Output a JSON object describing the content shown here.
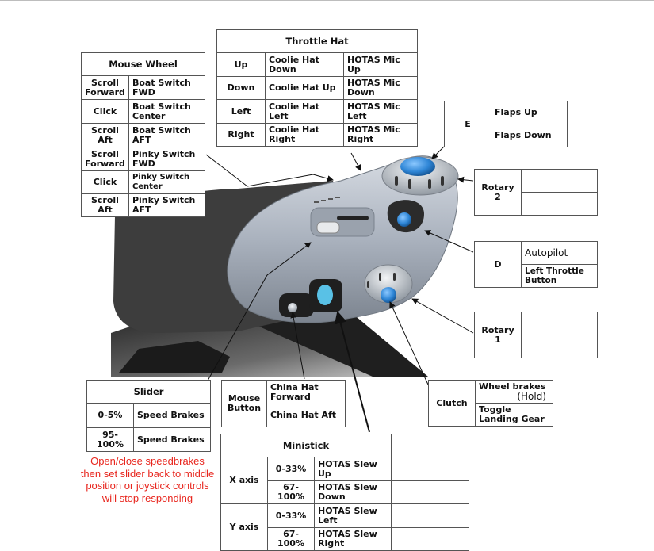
{
  "mouse_wheel": {
    "title": "Mouse Wheel",
    "rows": [
      {
        "input": "Scroll Forward",
        "action": "Boat Switch FWD"
      },
      {
        "input": "Click",
        "action": "Boat Switch Center"
      },
      {
        "input": "Scroll Aft",
        "action": "Boat Switch AFT"
      },
      {
        "input": "Scroll Forward",
        "action": "Pinky Switch FWD"
      },
      {
        "input": "Click",
        "action": "Pinky Switch Center"
      },
      {
        "input": "Scroll Aft",
        "action": "Pinky Switch AFT"
      }
    ]
  },
  "throttle_hat": {
    "title": "Throttle Hat",
    "rows": [
      {
        "dir": "Up",
        "a": "Coolie Hat Down",
        "b": "HOTAS Mic Up"
      },
      {
        "dir": "Down",
        "a": "Coolie Hat Up",
        "b": "HOTAS Mic Down"
      },
      {
        "dir": "Left",
        "a": "Coolie Hat Left",
        "b": "HOTAS Mic Left"
      },
      {
        "dir": "Right",
        "a": "Coolie Hat Right",
        "b": "HOTAS Mic Right"
      }
    ]
  },
  "e_button": {
    "label": "E",
    "rows": [
      "Flaps Up",
      "Flaps Down"
    ]
  },
  "rotary2": {
    "label": "Rotary 2",
    "rows": [
      "",
      ""
    ]
  },
  "d_button": {
    "label": "D",
    "rows": [
      "Autopilot",
      "Left Throttle Button"
    ]
  },
  "rotary1": {
    "label": "Rotary 1",
    "rows": [
      "",
      ""
    ]
  },
  "slider": {
    "title": "Slider",
    "rows": [
      {
        "range": "0-5%",
        "action": "Speed Brakes"
      },
      {
        "range": "95-100%",
        "action": "Speed Brakes"
      }
    ],
    "note": "Open/close speedbrakes then set slider back to middle position or joystick controls will stop responding"
  },
  "mouse_button": {
    "label": "Mouse Button",
    "rows": [
      "China Hat Forward",
      "China Hat Aft"
    ]
  },
  "clutch": {
    "label": "Clutch",
    "rows": [
      {
        "l1": "Wheel brakes",
        "l2": "(Hold)"
      },
      {
        "l1": "Toggle",
        "l2": "Landing Gear"
      }
    ]
  },
  "ministick": {
    "title": "Ministick",
    "axes": [
      {
        "axis": "X axis",
        "rows": [
          {
            "range": "0-33%",
            "action": "HOTAS Slew Up"
          },
          {
            "range": "67-100%",
            "action": "HOTAS Slew Down"
          }
        ]
      },
      {
        "axis": "Y axis",
        "rows": [
          {
            "range": "0-33%",
            "action": "HOTAS Slew Left"
          },
          {
            "range": "67-100%",
            "action": "HOTAS Slew Right"
          }
        ]
      }
    ]
  },
  "colors": {
    "note": "#e8261e",
    "accent_blue": "#2f86d6",
    "body_silver": "#aeb6c2",
    "grip_dark": "#3a3a3a"
  }
}
